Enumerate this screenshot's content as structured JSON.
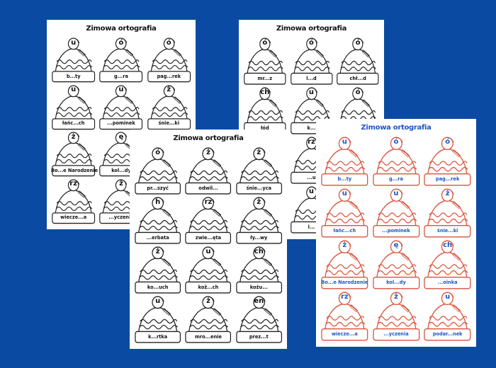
{
  "background_color": "#0b4aa2",
  "sheets": [
    {
      "id": "sheet-back-left",
      "title": "Zimowa ortografia",
      "outline_color": "#222222",
      "hats": [
        {
          "letter": "u",
          "word": "b...ty"
        },
        {
          "letter": "ó",
          "word": "g...ra"
        },
        {
          "letter": "ó",
          "word": "pag...rek"
        },
        {
          "letter": "u",
          "word": "łańc...ch"
        },
        {
          "letter": "u",
          "word": "...pominek"
        },
        {
          "letter": "ż",
          "word": "śnie...ki"
        },
        {
          "letter": "ż",
          "word": "Bo...e Narodzenie"
        },
        {
          "letter": "ę",
          "word": "kol...dy"
        },
        {
          "letter": "",
          "word": ""
        },
        {
          "letter": "rz",
          "word": "wiecze...a"
        },
        {
          "letter": "ż",
          "word": "...yczenia"
        },
        {
          "letter": "",
          "word": ""
        }
      ]
    },
    {
      "id": "sheet-back-right",
      "title": "Zimowa ortografia",
      "outline_color": "#222222",
      "hats": [
        {
          "letter": "ó",
          "word": "mr...z"
        },
        {
          "letter": "ó",
          "word": "l...d"
        },
        {
          "letter": "ó",
          "word": "chł...d"
        },
        {
          "letter": "ch",
          "word": "łód"
        },
        {
          "letter": "u",
          "word": "k..."
        },
        {
          "letter": "ó",
          "word": ""
        },
        {
          "letter": "",
          "word": ""
        },
        {
          "letter": "rz",
          "word": "...u"
        },
        {
          "letter": "",
          "word": ""
        },
        {
          "letter": "",
          "word": ""
        },
        {
          "letter": "u",
          "word": "l..."
        },
        {
          "letter": "",
          "word": ""
        }
      ]
    },
    {
      "id": "sheet-front-middle",
      "title": "Zimowa ortografia",
      "outline_color": "#222222",
      "hats": [
        {
          "letter": "ó",
          "word": "pr...szyć"
        },
        {
          "letter": "ż",
          "word": "odwil..."
        },
        {
          "letter": "ż",
          "word": "śnie...yca"
        },
        {
          "letter": "h",
          "word": "...erbata"
        },
        {
          "letter": "rz",
          "word": "zwie...ęta"
        },
        {
          "letter": "ż",
          "word": "ły...wy"
        },
        {
          "letter": "ż",
          "word": "ko...uch"
        },
        {
          "letter": "u",
          "word": "kož...ch"
        },
        {
          "letter": "ch",
          "word": "kożu..."
        },
        {
          "letter": "u",
          "word": "k...rtka"
        },
        {
          "letter": "ż",
          "word": "mro...enie"
        },
        {
          "letter": "en",
          "word": "prez...t"
        }
      ]
    },
    {
      "id": "sheet-answer-key",
      "title": "Zimowa ortografia",
      "outline_color": "#d9533b",
      "text_color": "#1f56c4",
      "hats": [
        {
          "letter": "u",
          "word": "b...ty"
        },
        {
          "letter": "ó",
          "word": "g...ra"
        },
        {
          "letter": "ó",
          "word": "pag...rek"
        },
        {
          "letter": "u",
          "word": "łańc...ch"
        },
        {
          "letter": "u",
          "word": "...pominek"
        },
        {
          "letter": "ż",
          "word": "śnie...ki"
        },
        {
          "letter": "ż",
          "word": "Bo...e Narodzenie"
        },
        {
          "letter": "ę",
          "word": "kol...dy"
        },
        {
          "letter": "ch",
          "word": "...oinka"
        },
        {
          "letter": "rz",
          "word": "wiecze...a"
        },
        {
          "letter": "ż",
          "word": "...yczenia"
        },
        {
          "letter": "u",
          "word": "podar...nek"
        }
      ]
    }
  ]
}
